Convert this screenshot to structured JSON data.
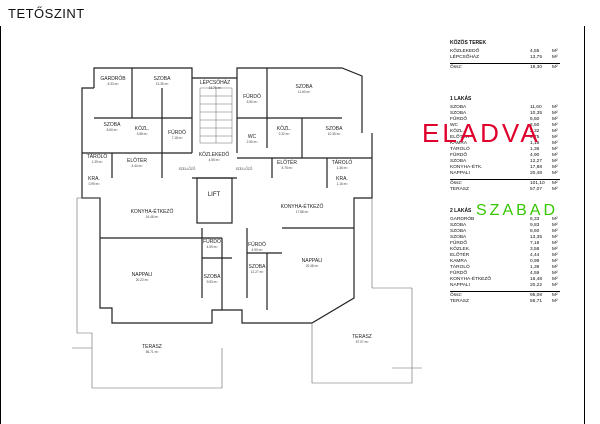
{
  "page_title": "TETŐSZINT",
  "plan": {
    "rooms": [
      {
        "id": "gardrob-l",
        "name": "GARDRÓB",
        "area": "6.33 m²"
      },
      {
        "id": "szoba-tl",
        "name": "SZOBA",
        "area": "13.35 m²"
      },
      {
        "id": "lepcsohaz",
        "name": "LÉPCSŐHÁZ",
        "area": "13.75 m²"
      },
      {
        "id": "furdo-tr",
        "name": "FÜRDŐ",
        "area": "5.50 m²"
      },
      {
        "id": "szoba-tr",
        "name": "SZOBA",
        "area": "11.60 m²"
      },
      {
        "id": "szoba-ml",
        "name": "SZOBA",
        "area": "8.60 m²"
      },
      {
        "id": "furdo-ml",
        "name": "FÜRDŐ",
        "area": "7.18 m²"
      },
      {
        "id": "kozl-l",
        "name": "KÖZL.",
        "area": "3.58 m²"
      },
      {
        "id": "wc-r",
        "name": "WC",
        "area": "2.50 m²"
      },
      {
        "id": "kozl-r",
        "name": "KÖZL.",
        "area": "2.32 m²"
      },
      {
        "id": "szoba-mr",
        "name": "SZOBA",
        "area": "10.35 m²"
      },
      {
        "id": "tarolo-l",
        "name": "TÁROLÓ",
        "area": "1.39 m²"
      },
      {
        "id": "eloter-l",
        "name": "ELŐTÉR",
        "area": "4.44 m²"
      },
      {
        "id": "kozlekedo",
        "name": "KÖZLEKEDŐ",
        "area": "4.55 m²"
      },
      {
        "id": "eloter-r",
        "name": "ELŐTÉR",
        "area": "4.75 m²"
      },
      {
        "id": "tarolo-r",
        "name": "TÁROLÓ",
        "area": "1.36 m²"
      },
      {
        "id": "kra-l",
        "name": "KRA.",
        "area": "0.99 m²"
      },
      {
        "id": "kra-r",
        "name": "KRA.",
        "area": "1.16 m²"
      },
      {
        "id": "konyha-l",
        "name": "KONYHA-ÉTKEZŐ",
        "area": "16.48 m²"
      },
      {
        "id": "konyha-r",
        "name": "KONYHA-ÉTKEZŐ",
        "area": "17.88 m²"
      },
      {
        "id": "furdo-bl",
        "name": "FÜRDŐ",
        "area": "4.59 m²"
      },
      {
        "id": "furdo-br",
        "name": "FÜRDŐ",
        "area": "4.90 m²"
      },
      {
        "id": "szoba-bl",
        "name": "SZOBA",
        "area": "9.83 m²"
      },
      {
        "id": "szoba-br",
        "name": "SZOBA",
        "area": "12.27 m²"
      },
      {
        "id": "nappali-l",
        "name": "NAPPALI",
        "area": "20.22 m²"
      },
      {
        "id": "nappali-r",
        "name": "NAPPALI",
        "area": "20.48 m²"
      },
      {
        "id": "terasz-l",
        "name": "TERASZ",
        "area": "56.71 m²"
      },
      {
        "id": "terasz-r",
        "name": "TERASZ",
        "area": "57.07 m²"
      }
    ],
    "lift": "LIFT",
    "szellozo_l": "SZELLŐZŐ",
    "szellozo_r": "SZELLŐZŐ"
  },
  "legend": {
    "common": {
      "title": "KÖZÖS TEREK",
      "rows": [
        {
          "name": "KÖZLEKEDŐ",
          "value": "4,55",
          "unit": "M²"
        },
        {
          "name": "LÉPCSŐHÁZ",
          "value": "13,75",
          "unit": "M²"
        }
      ],
      "total": {
        "name": "Össz:",
        "value": "18,30",
        "unit": "M²"
      }
    },
    "flat1": {
      "title": "1 LAKÁS",
      "rows": [
        {
          "name": "SZOBA",
          "value": "11,60",
          "unit": "M²"
        },
        {
          "name": "SZOBA",
          "value": "10,35",
          "unit": "M²"
        },
        {
          "name": "FÜRDŐ",
          "value": "5,50",
          "unit": "M²"
        },
        {
          "name": "WC",
          "value": "2,50",
          "unit": "M²"
        },
        {
          "name": "KÖZL.",
          "value": "2,32",
          "unit": "M²"
        },
        {
          "name": "ELŐTÉR",
          "value": "4,75",
          "unit": "M²"
        },
        {
          "name": "KAMRA",
          "value": "1,16",
          "unit": "M²"
        },
        {
          "name": "TÁROLÓ",
          "value": "1,36",
          "unit": "M²"
        },
        {
          "name": "FÜRDŐ",
          "value": "4,90",
          "unit": "M²"
        },
        {
          "name": "SZOBA",
          "value": "12,27",
          "unit": "M²"
        },
        {
          "name": "KONYHA-ÉTK.",
          "value": "17,88",
          "unit": "M²"
        },
        {
          "name": "NAPPALI",
          "value": "20,48",
          "unit": "M²"
        }
      ],
      "total": {
        "name": "Össz:",
        "value": "101,10",
        "unit": "M²"
      },
      "terrace": {
        "name": "TERASZ",
        "value": "57,07",
        "unit": "M²"
      }
    },
    "flat2": {
      "title": "2 LAKÁS",
      "rows": [
        {
          "name": "GARDRÓB",
          "value": "6,33",
          "unit": "M²"
        },
        {
          "name": "SZOBA",
          "value": "9,83",
          "unit": "M²"
        },
        {
          "name": "SZOBA",
          "value": "8,60",
          "unit": "M²"
        },
        {
          "name": "SZOBA",
          "value": "13,35",
          "unit": "M²"
        },
        {
          "name": "FÜRDŐ",
          "value": "7,18",
          "unit": "M²"
        },
        {
          "name": "KÖZLEK.",
          "value": "3,58",
          "unit": "M²"
        },
        {
          "name": "ELŐTÉR",
          "value": "4,44",
          "unit": "M²"
        },
        {
          "name": "KAMRA",
          "value": "0,99",
          "unit": "M²"
        },
        {
          "name": "TÁROLÓ",
          "value": "1,39",
          "unit": "M²"
        },
        {
          "name": "FÜRDŐ",
          "value": "4,59",
          "unit": "M²"
        },
        {
          "name": "KONYHA-ÉTKEZŐ",
          "value": "16,48",
          "unit": "M²"
        },
        {
          "name": "NAPPALI",
          "value": "20,22",
          "unit": "M²"
        }
      ],
      "total": {
        "name": "Össz:",
        "value": "95,08",
        "unit": "M²"
      },
      "terrace": {
        "name": "TERASZ",
        "value": "56,71",
        "unit": "M²"
      }
    }
  },
  "stamps": {
    "sold": "ELADVA",
    "free": "SZABAD"
  },
  "colors": {
    "sold": "#e0002c",
    "free": "#35c700",
    "walls": "#222222"
  }
}
